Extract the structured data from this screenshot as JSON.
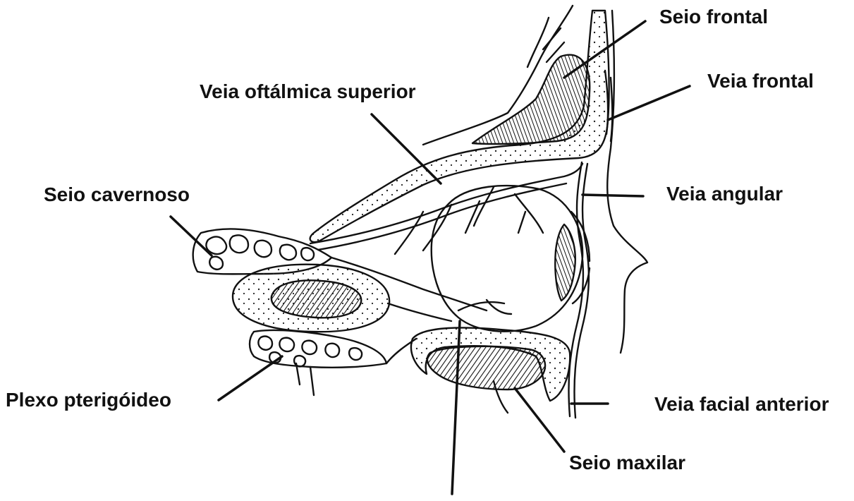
{
  "labels": {
    "frontal_sinus": "Seio frontal",
    "frontal_vein": "Veia frontal",
    "superior_ophthalmic_vein": "Veia oftálmica superior",
    "cavernous_sinus": "Seio cavernoso",
    "angular_vein": "Veia angular",
    "pterygoid_plexus": "Plexo pterigóideo",
    "anterior_facial_vein": "Veia facial anterior",
    "maxillary_sinus": "Seio maxilar"
  },
  "colors": {
    "ink": "#111111",
    "background": "#ffffff"
  }
}
